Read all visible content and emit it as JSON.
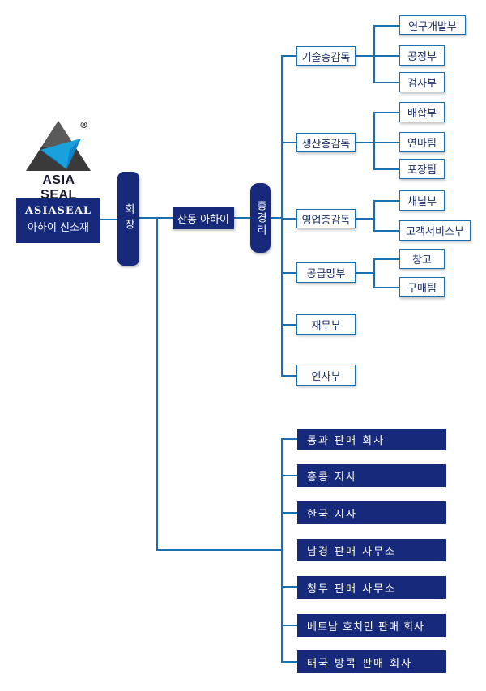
{
  "logo": {
    "brand": "ASIA SEAL",
    "mark": "®"
  },
  "company": {
    "line1": "ASIASEAL",
    "line2": "아하이 신소재"
  },
  "chairman": {
    "label": "회장"
  },
  "hq": {
    "label": "산동 아하이"
  },
  "gm": {
    "label": "총경리"
  },
  "directors": [
    {
      "label": "기술총감독",
      "subs": [
        "연구개발부",
        "공정부",
        "검사부"
      ]
    },
    {
      "label": "생산총감독",
      "subs": [
        "배합부",
        "연마팀",
        "포장팀"
      ]
    },
    {
      "label": "영업총감독",
      "subs": [
        "채널부",
        "고객서비스부"
      ]
    },
    {
      "label": "공급망부",
      "subs": [
        "창고",
        "구매팀"
      ]
    },
    {
      "label": "재무부",
      "subs": []
    },
    {
      "label": "인사부",
      "subs": []
    }
  ],
  "sales_offices": [
    "동과 판매 회사",
    "홍콩 지사",
    "한국 지사",
    "남경 판매 사무소",
    "청두 판매 사무소",
    "베트남 호치민 판매 회사",
    "태국 방콕 판매 회사"
  ],
  "colors": {
    "navy": "#16297a",
    "line": "#1a6fb0",
    "text": "#1c2f66"
  }
}
